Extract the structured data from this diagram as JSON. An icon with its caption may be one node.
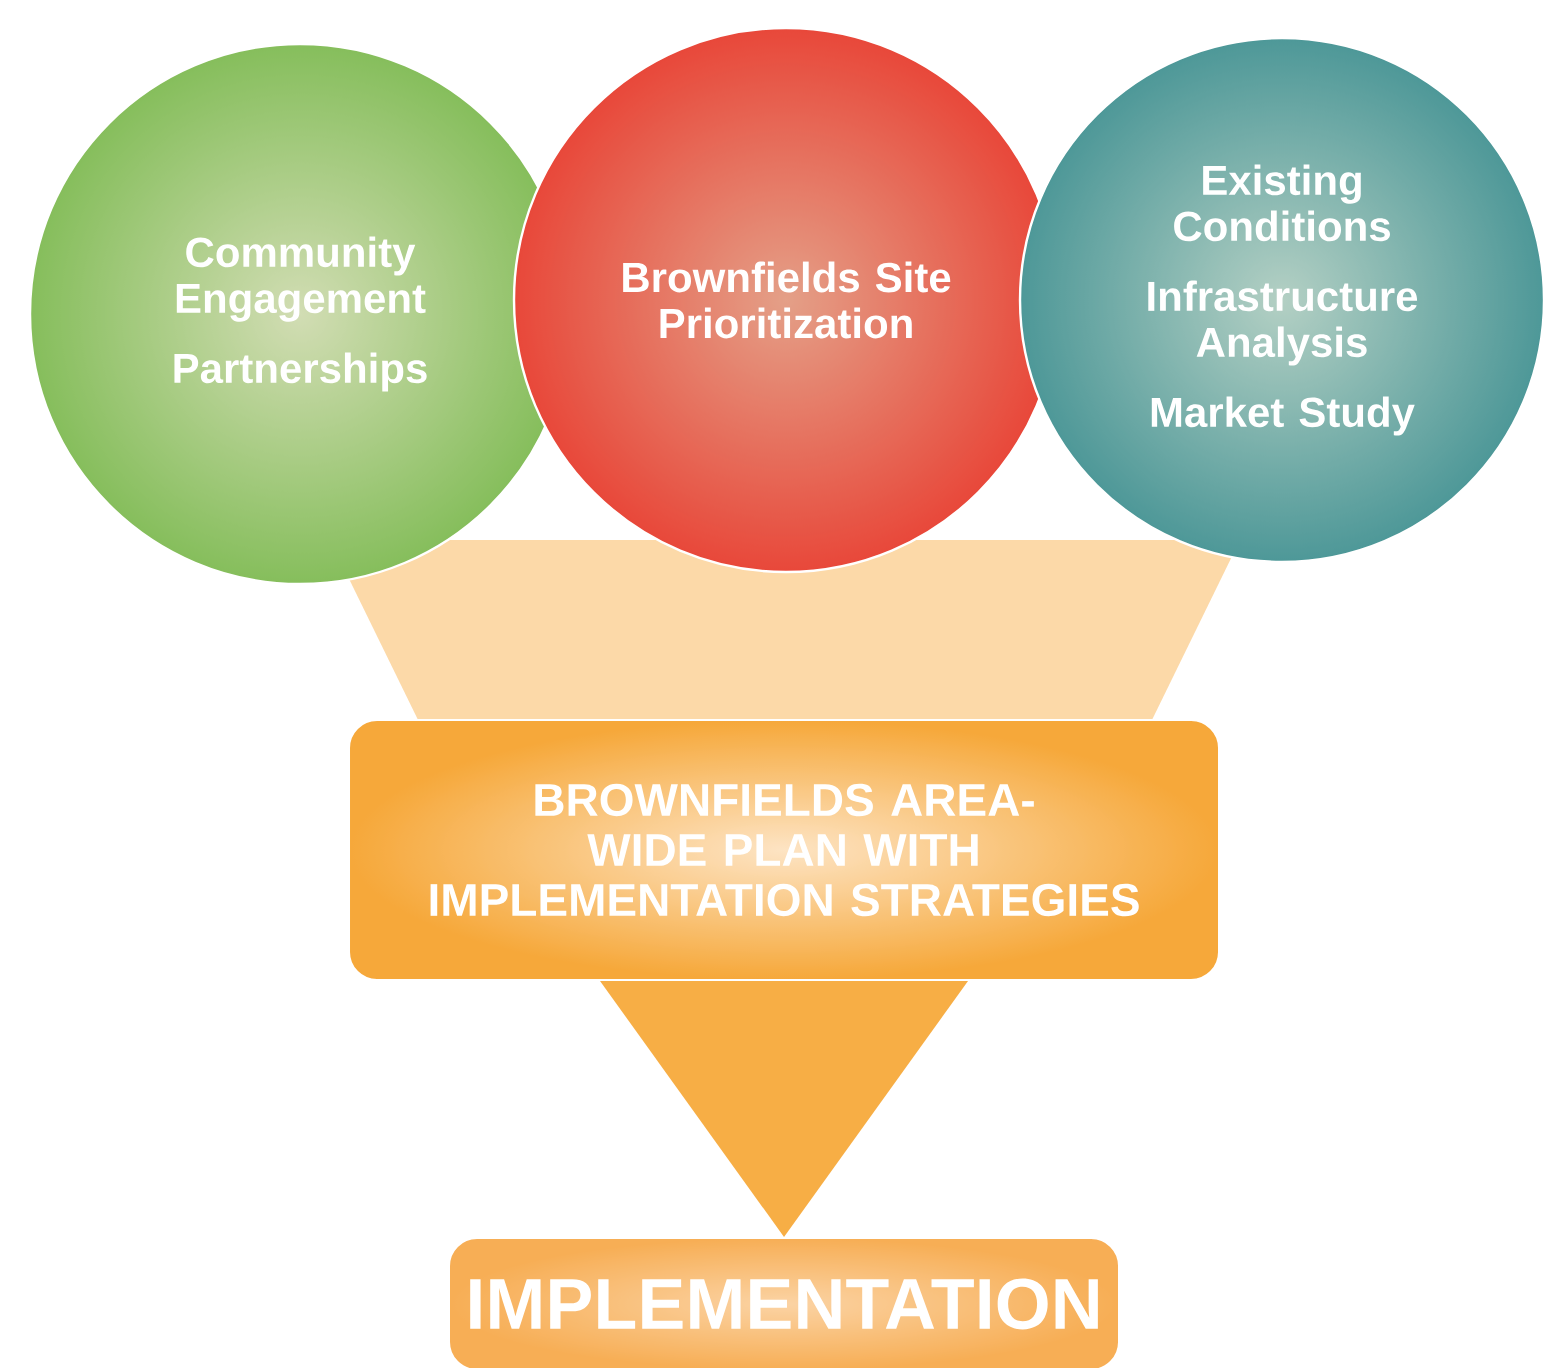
{
  "diagram": {
    "nodes": [
      {
        "text": [
          "Community Engagement",
          "Partnerships"
        ]
      },
      {
        "text": [
          "Brownfields Site Prioritization"
        ]
      },
      {
        "text": [
          "Existing Conditions",
          "Infrastructure Analysis",
          "Market Study"
        ]
      },
      {
        "text": [
          "BROWNFIELDS AREA-WIDE PLAN WITH IMPLEMENTATION STRATEGIES"
        ]
      },
      {
        "text": [
          "IMPLEMENTATION"
        ]
      }
    ],
    "edges": [
      {
        "from": 3,
        "to": 4,
        "arrow": "to"
      }
    ]
  }
}
